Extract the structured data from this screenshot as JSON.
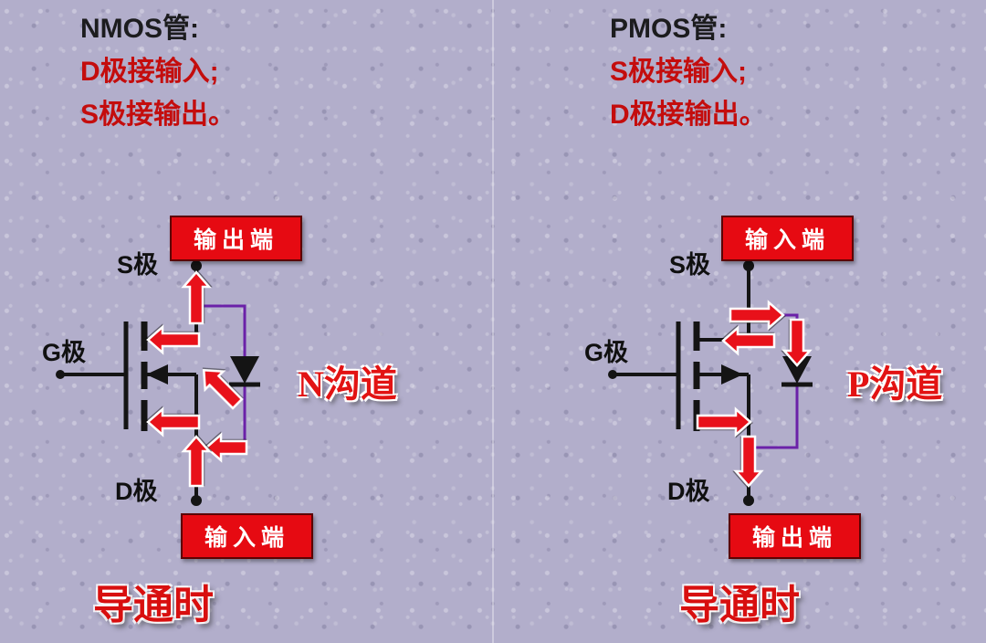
{
  "slide": {
    "left": {
      "header": {
        "title": "NMOS管:",
        "line1": "D极接输入;",
        "line2": "S极接输出。"
      },
      "labels": {
        "s": "S极",
        "g": "G极",
        "d": "D极"
      },
      "top_terminal": "输出端",
      "bottom_terminal": "输入端",
      "channel": "N沟道",
      "state": "导通时"
    },
    "right": {
      "header": {
        "title": "PMOS管:",
        "line1": "S极接输入;",
        "line2": "D极接输出。"
      },
      "labels": {
        "s": "S极",
        "g": "G极",
        "d": "D极"
      },
      "top_terminal": "输入端",
      "bottom_terminal": "输出端",
      "channel": "P沟道",
      "state": "导通时"
    }
  },
  "colors": {
    "background": "#b2aecb",
    "arrow_red": "#e8111a",
    "box_red": "#e60a12",
    "header_red": "#c40d0d",
    "wire_black": "#141414",
    "diode_wire_purple": "#6b21a8"
  }
}
